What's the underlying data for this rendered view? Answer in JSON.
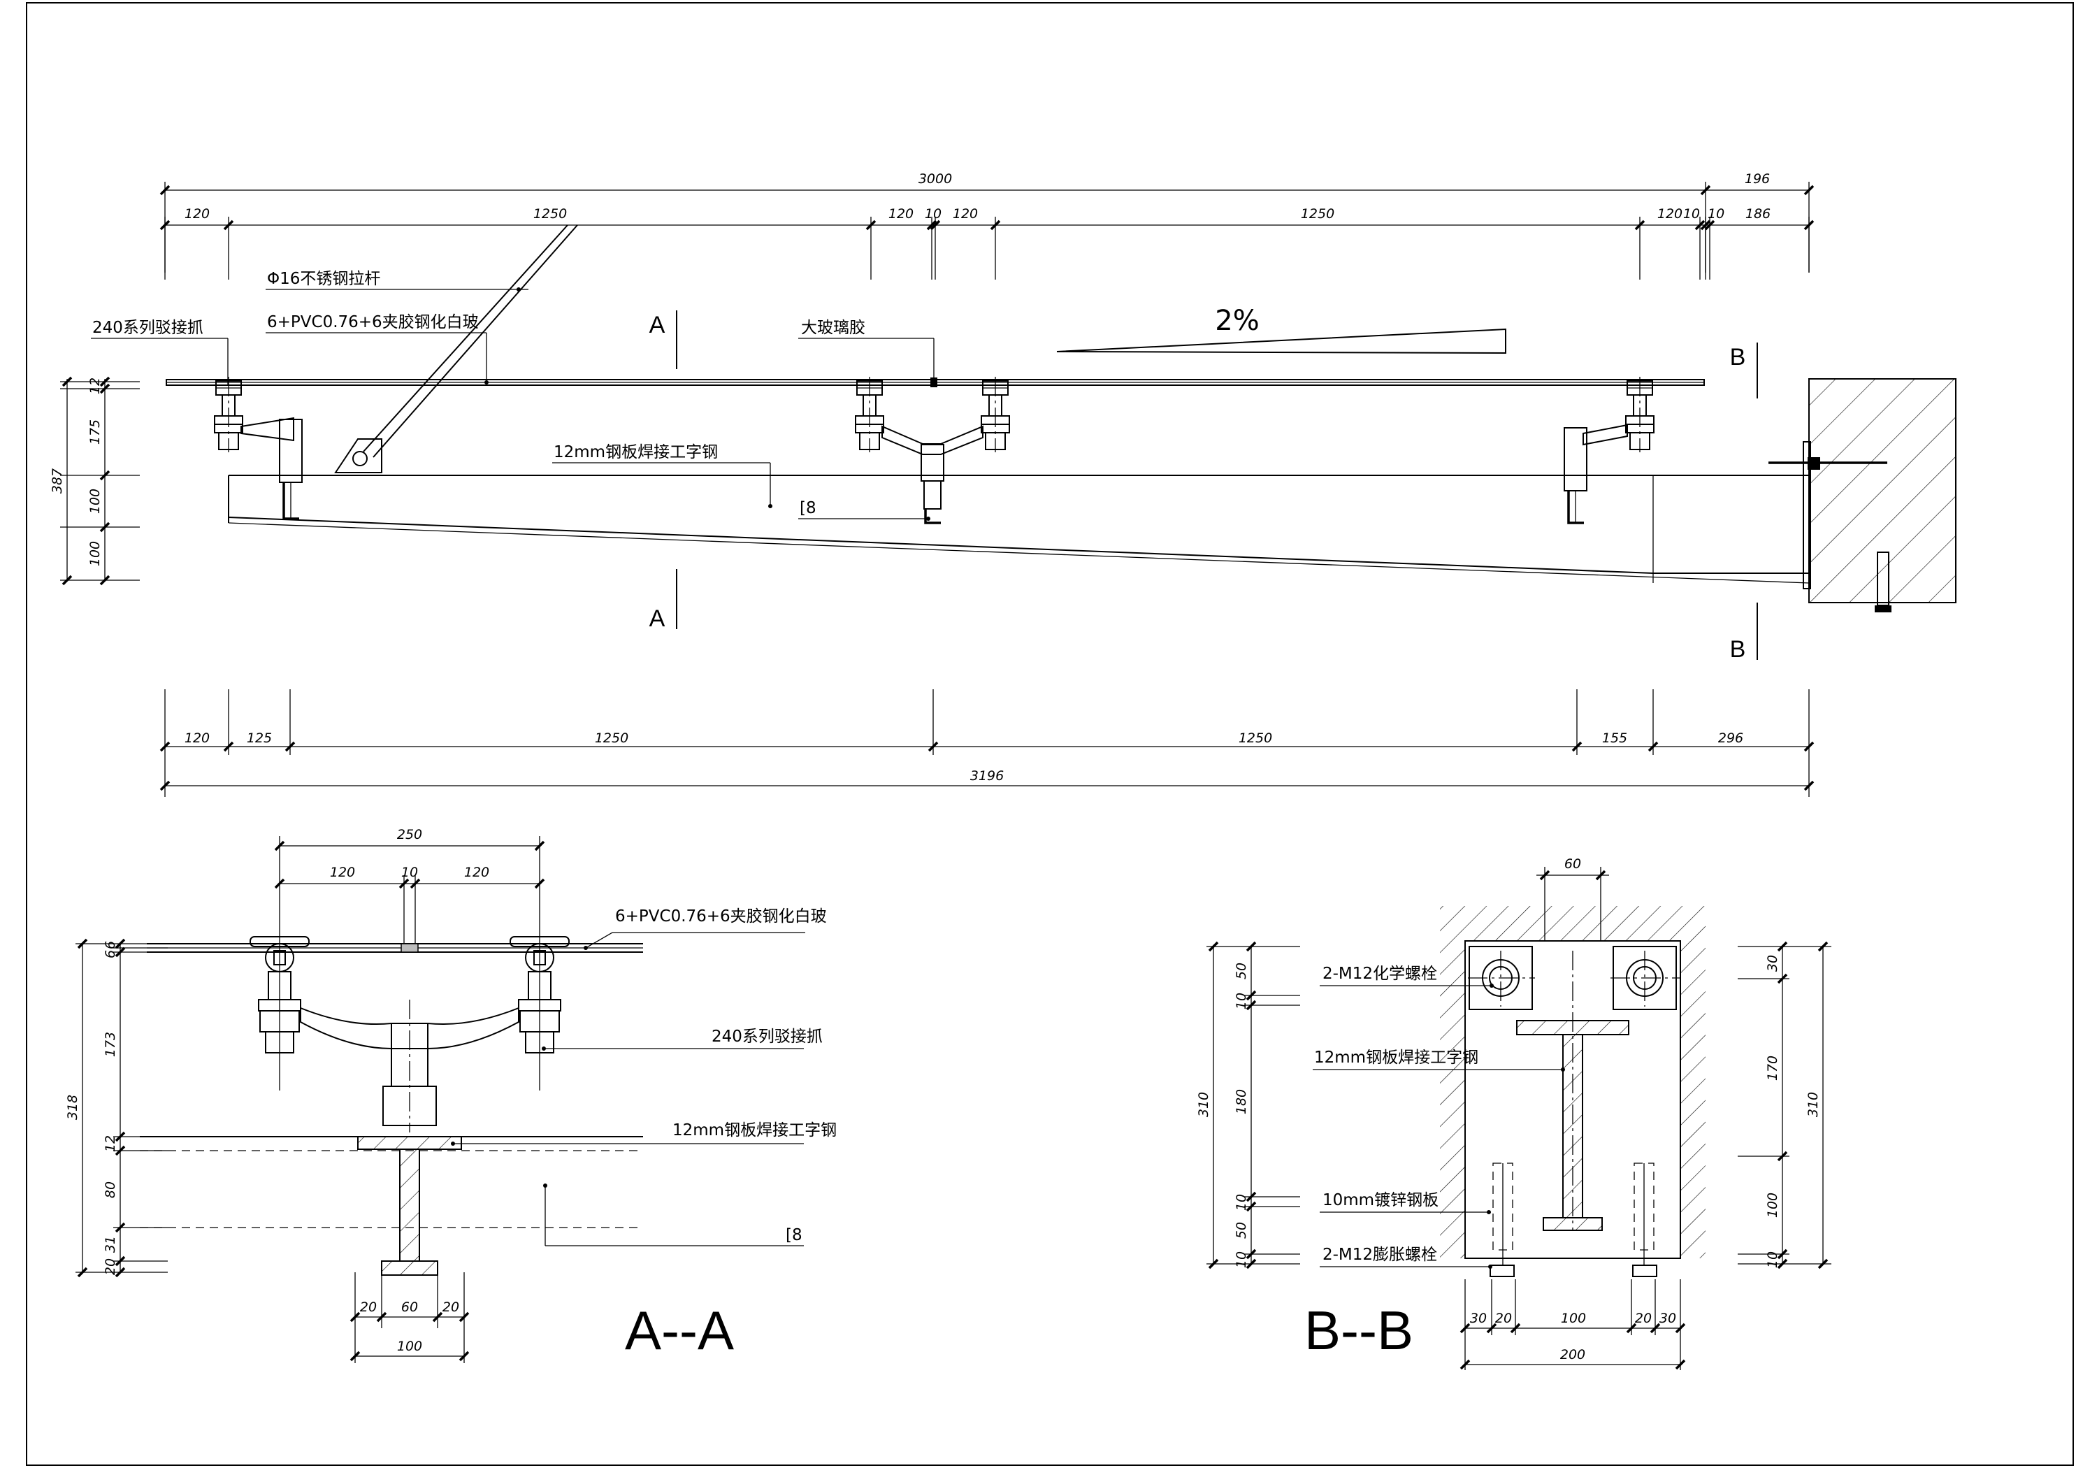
{
  "elevation": {
    "top_dims": {
      "overall": "3000",
      "right_extra": "196",
      "segments": [
        "120",
        "1250",
        "120",
        "10",
        "120",
        "1250",
        "120",
        "10",
        "10",
        "186"
      ]
    },
    "bottom_dims": {
      "overall": "3196",
      "segments": [
        "120",
        "125",
        "1250",
        "1250",
        "155",
        "296"
      ]
    },
    "left_dims": [
      "387",
      "12",
      "175",
      "100",
      "100"
    ],
    "labels": {
      "tie_rod": "Φ16不锈钢拉杆",
      "glass": "6+PVC0.76+6夹胶钢化白玻",
      "spider": "240系列驳接抓",
      "sealant": "大玻璃胶",
      "beam": "12mm钢板焊接工字钢",
      "channel": "[8"
    },
    "slope": "2%",
    "section_marks": [
      "A",
      "A",
      "B",
      "B"
    ]
  },
  "section_aa": {
    "title": "A--A",
    "top_dims": {
      "overall": "250",
      "segments": [
        "120",
        "10",
        "120"
      ]
    },
    "bottom_dims": {
      "overall": "100",
      "segments": [
        "20",
        "60",
        "20"
      ]
    },
    "left_dims": [
      "318",
      "6",
      "6",
      "173",
      "12",
      "80",
      "31",
      "20"
    ],
    "labels": {
      "glass": "6+PVC0.76+6夹胶钢化白玻",
      "spider": "240系列驳接抓",
      "beam": "12mm钢板焊接工字钢",
      "channel": "[8"
    }
  },
  "section_bb": {
    "title": "B--B",
    "top_dim": "60",
    "bottom_dims": {
      "overall": "200",
      "segments": [
        "30",
        "20",
        "100",
        "20",
        "30"
      ]
    },
    "left_dims": [
      "310",
      "50",
      "10",
      "180",
      "10",
      "50",
      "10"
    ],
    "right_dims": [
      "310",
      "30",
      "170",
      "100",
      "10"
    ],
    "labels": {
      "chem_bolt": "2-M12化学螺栓",
      "beam": "12mm钢板焊接工字钢",
      "plate": "10mm镀锌钢板",
      "exp_bolt": "2-M12膨胀螺栓"
    }
  }
}
